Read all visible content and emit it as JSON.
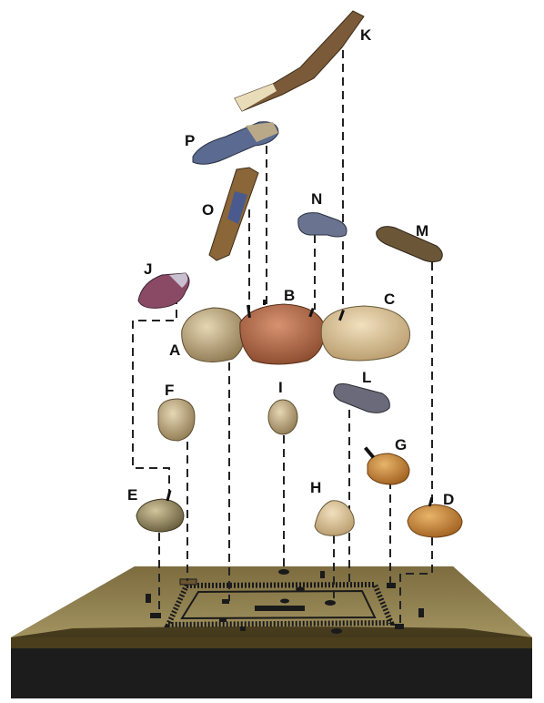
{
  "figure": {
    "labels": {
      "K": "K",
      "P": "P",
      "O": "O",
      "N": "N",
      "M": "M",
      "J": "J",
      "B": "B",
      "C": "C",
      "A": "A",
      "F": "F",
      "I": "I",
      "L": "L",
      "G": "G",
      "E": "E",
      "H": "H",
      "D": "D"
    },
    "colors": {
      "board_top": "#8f7f4f",
      "board_front": "#5e5026",
      "board_base": "#1c1c1c",
      "guide_line": "#222222",
      "stone_tan": "#c9b58c",
      "stone_red": "#b86a48",
      "stone_orange": "#c98a3a",
      "stick_brown": "#7a5a38",
      "stick_blue": "#5a6a90"
    }
  }
}
